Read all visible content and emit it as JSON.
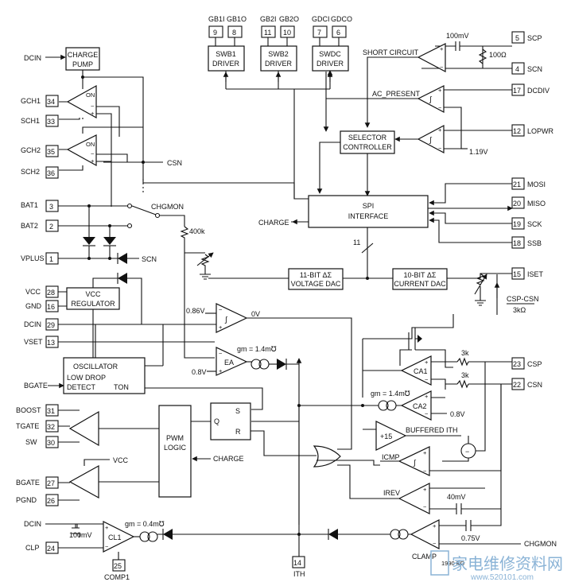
{
  "left_pins": [
    {
      "num": "34",
      "name": "GCH1"
    },
    {
      "num": "33",
      "name": "SCH1"
    },
    {
      "num": "35",
      "name": "GCH2"
    },
    {
      "num": "36",
      "name": "SCH2"
    },
    {
      "num": "3",
      "name": "BAT1"
    },
    {
      "num": "2",
      "name": "BAT2"
    },
    {
      "num": "1",
      "name": "VPLUS"
    },
    {
      "num": "28",
      "name": "VCC"
    },
    {
      "num": "16",
      "name": "GND"
    },
    {
      "num": "29",
      "name": "DCIN"
    },
    {
      "num": "13",
      "name": "VSET"
    },
    {
      "num": "31",
      "name": "BOOST"
    },
    {
      "num": "32",
      "name": "TGATE"
    },
    {
      "num": "30",
      "name": "SW"
    },
    {
      "num": "27",
      "name": "BGATE"
    },
    {
      "num": "26",
      "name": "PGND"
    },
    {
      "num": "24",
      "name": "CLP"
    }
  ],
  "right_pins": [
    {
      "num": "5",
      "name": "SCP"
    },
    {
      "num": "4",
      "name": "SCN"
    },
    {
      "num": "17",
      "name": "DCDIV"
    },
    {
      "num": "12",
      "name": "LOPWR"
    },
    {
      "num": "21",
      "name": "MOSI"
    },
    {
      "num": "20",
      "name": "MISO"
    },
    {
      "num": "19",
      "name": "SCK"
    },
    {
      "num": "18",
      "name": "SSB"
    },
    {
      "num": "15",
      "name": "ISET"
    },
    {
      "num": "23",
      "name": "CSP"
    },
    {
      "num": "22",
      "name": "CSN"
    }
  ],
  "top_pins": [
    {
      "num": "9",
      "name": "GB1I"
    },
    {
      "num": "8",
      "name": "GB1O"
    },
    {
      "num": "11",
      "name": "GB2I"
    },
    {
      "num": "10",
      "name": "GB2O"
    },
    {
      "num": "7",
      "name": "GDCI"
    },
    {
      "num": "6",
      "name": "GDCO"
    }
  ],
  "bottom_pins": [
    {
      "num": "25",
      "name": "COMP1"
    },
    {
      "num": "14",
      "name": "ITH"
    }
  ],
  "blocks": {
    "charge_pump_l1": "CHARGE",
    "charge_pump_l2": "PUMP",
    "swb1_l1": "SWB1",
    "swb1_l2": "DRIVER",
    "swb2_l1": "SWB2",
    "swb2_l2": "DRIVER",
    "swdc_l1": "SWDC",
    "swdc_l2": "DRIVER",
    "selector_l1": "SELECTOR",
    "selector_l2": "CONTROLLER",
    "spi_l1": "SPI",
    "spi_l2": "INTERFACE",
    "vdac_l1": "11-BIT ΔΣ",
    "vdac_l2": "VOLTAGE DAC",
    "idac_l1": "10-BIT ΔΣ",
    "idac_l2": "CURRENT DAC",
    "vcc_reg_l1": "VCC",
    "vcc_reg_l2": "REGULATOR",
    "osc_l1": "OSCILLATOR",
    "osc_l2": "LOW DROP",
    "osc_l3": "DETECT",
    "osc_ton": "TON",
    "pwm_l1": "PWM",
    "pwm_l2": "LOGIC",
    "sr_s": "S",
    "sr_r": "R",
    "sr_q": "Q"
  },
  "labels": {
    "dcin_top": "DCIN",
    "on1": "ON",
    "on2": "ON",
    "csn_mid": "CSN",
    "chgmon": "CHGMON",
    "charge_spi": "CHARGE",
    "charge_pwm": "CHARGE",
    "scn_mid": "SCN",
    "r400k": "400k",
    "v086": "0.86V",
    "v0": "0V",
    "v08": "0.8V",
    "ea": "EA",
    "gm_ea": "gm = 1.4m℧",
    "gm_ca": "gm = 1.4m℧",
    "gm_cl": "gm = 0.4m℧",
    "ca1": "CA1",
    "ca2": "CA2",
    "v08b": "0.8V",
    "r3k1": "3k",
    "r3k2": "3k",
    "x15": "+15",
    "buffered": "BUFFERED ITH",
    "icmp": "ICMP",
    "irev": "IREV",
    "mv40": "40mV",
    "v075": "0.75V",
    "clamp": "CLAMP",
    "chgmon_bot": "CHGMON",
    "mv100": "100mV",
    "mv100b": "100mV",
    "r100": "100Ω",
    "short_circuit": "SHORT CIRCUIT",
    "ac_present": "AC_PRESENT",
    "v119": "1.19V",
    "bus11": "11",
    "csp_csn_l1": "CSP-CSN",
    "csp_csn_l2": "3kΩ",
    "vcc_out": "VCC",
    "cl1": "CL1",
    "dcin_bot": "DCIN",
    "fig_id": "1990 BD"
  },
  "watermark": {
    "text": "家电维修资料网",
    "url": "www.520101.com"
  }
}
